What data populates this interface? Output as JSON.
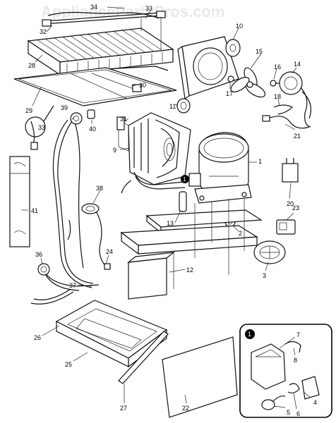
{
  "watermark": "AppliancePartsPros.com",
  "inset_marker": "1",
  "callouts": {
    "c1": "1",
    "c2": "2",
    "c3": "3",
    "c4": "4",
    "c5": "5",
    "c6": "6",
    "c7": "7",
    "c8": "8",
    "c9": "9",
    "c10": "10",
    "c11": "11",
    "c12": "12",
    "c13": "13",
    "c14": "14",
    "c15": "15",
    "c16": "16",
    "c17": "17",
    "c18": "18",
    "c20": "20",
    "c21": "21",
    "c22": "22",
    "c23": "23",
    "c24": "24",
    "c25": "25",
    "c26": "26",
    "c27": "27",
    "c28": "28",
    "c29": "29",
    "c30": "30",
    "c31": "31",
    "c32": "32",
    "c33a": "33",
    "c33b": "33",
    "c34": "34",
    "c36": "36",
    "c37": "37",
    "c38": "38",
    "c39": "39",
    "c40": "40",
    "c41": "41"
  }
}
